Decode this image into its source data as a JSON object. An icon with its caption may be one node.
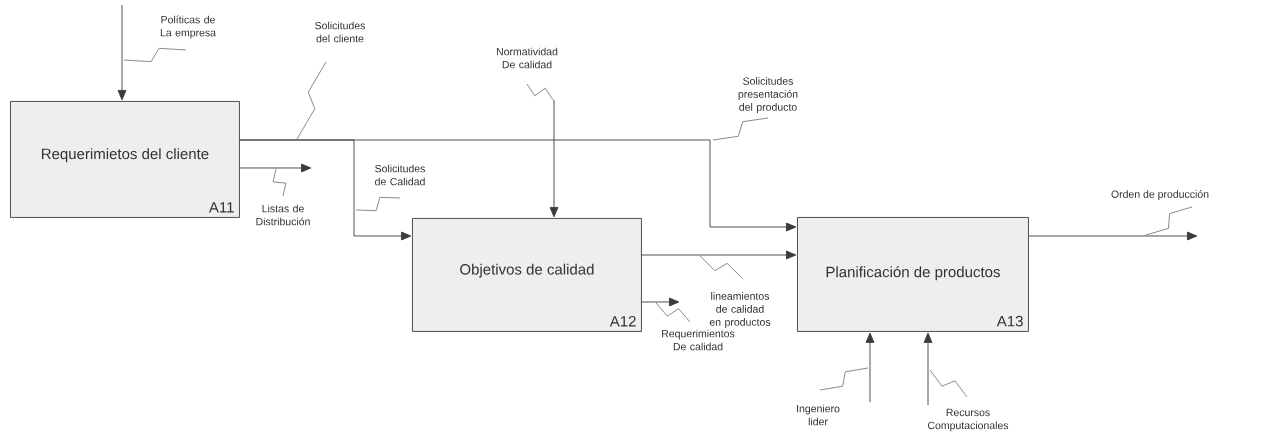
{
  "diagram": {
    "nodes": [
      {
        "text": [
          "Requerimietos del cliente",
          "A11"
        ]
      },
      {
        "text": [
          "Objetivos de calidad",
          "A12"
        ]
      },
      {
        "text": [
          "Planificación de productos",
          "A13"
        ]
      }
    ],
    "edges": [
      {
        "from": null,
        "to": 0,
        "arrow": "to",
        "label": "Políticas de La empresa"
      },
      {
        "from": 0,
        "to": 2,
        "arrow": "to",
        "label": "Solicitudes presentación del producto"
      },
      {
        "from": 0,
        "to": 1,
        "arrow": "to",
        "label": "Solicitudes de Calidad"
      },
      {
        "from": 0,
        "to": null,
        "arrow": "to",
        "label": "Listas de Distribución"
      },
      {
        "from": null,
        "to": 1,
        "arrow": "to",
        "label": "Normatividad De calidad"
      },
      {
        "from": 1,
        "to": 2,
        "arrow": "to",
        "label": "lineamientos de calidad en productos"
      },
      {
        "from": 1,
        "to": null,
        "arrow": "to",
        "label": "Requerimientos De calidad"
      },
      {
        "from": 2,
        "to": null,
        "arrow": "to",
        "label": "Orden de producción"
      },
      {
        "from": null,
        "to": 2,
        "arrow": "to",
        "label": "Ingeniero lider"
      },
      {
        "from": null,
        "to": 2,
        "arrow": "to",
        "label": "Recursos Computacionales"
      }
    ],
    "labels": [
      "Solicitudes del cliente"
    ]
  }
}
